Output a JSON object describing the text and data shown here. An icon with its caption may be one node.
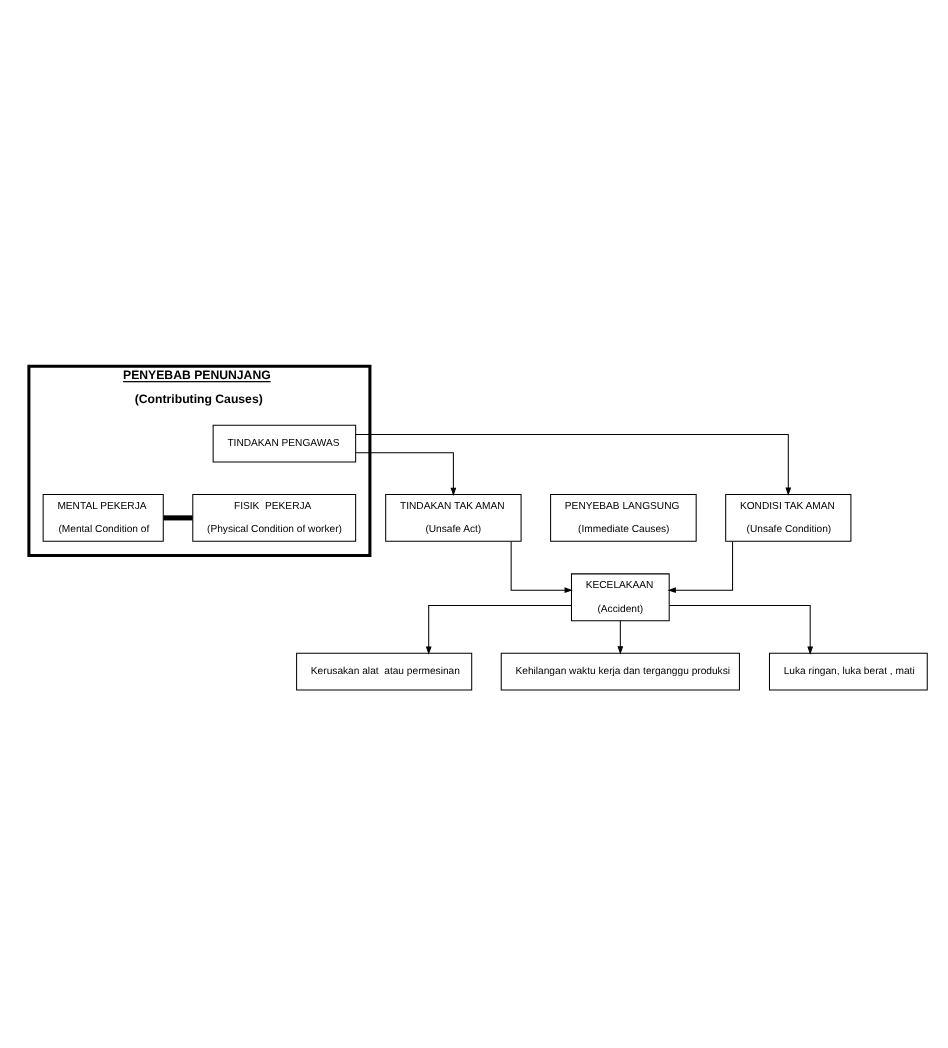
{
  "diagram": {
    "nodes": [
      {
        "text": [
          "PENYEBAB PENUNJANG",
          "(Contributing Causes)"
        ]
      },
      {
        "text": [
          "TINDAKAN PENGAWAS"
        ],
        "in": 0
      },
      {
        "text": [
          "MENTAL PEKERJA",
          "(Mental Condition of"
        ],
        "in": 0
      },
      {
        "text": [
          "FISIK  PEKERJA",
          "(Physical Condition of worker)"
        ],
        "in": 0
      },
      {
        "text": [
          "PENYEBAB LANGSUNG",
          "(Immediate Causes)"
        ]
      },
      {
        "text": [
          "TINDAKAN TAK AMAN",
          "(Unsafe Act)"
        ]
      },
      {
        "text": [
          "KONDISI TAK AMAN",
          "(Unsafe Condition)"
        ]
      },
      {
        "text": [
          "KECELAKAAN",
          "(Accident)"
        ]
      },
      {
        "text": [
          "Kerusakan alat  atau permesinan"
        ]
      },
      {
        "text": [
          "Kehilangan waktu kerja dan terganggu produksi"
        ]
      },
      {
        "text": [
          "Luka ringan, luka berat , mati"
        ]
      }
    ],
    "edges": [
      {
        "from": 2,
        "to": 3,
        "arrow": "none",
        "style": "thick"
      },
      {
        "from": 1,
        "to": 5,
        "arrow": "to"
      },
      {
        "from": 1,
        "to": 6,
        "arrow": "to"
      },
      {
        "from": 5,
        "to": 7,
        "arrow": "to"
      },
      {
        "from": 6,
        "to": 7,
        "arrow": "to"
      },
      {
        "from": 7,
        "to": 8,
        "arrow": "to"
      },
      {
        "from": 7,
        "to": 9,
        "arrow": "to"
      },
      {
        "from": 7,
        "to": 10,
        "arrow": "to"
      }
    ]
  }
}
